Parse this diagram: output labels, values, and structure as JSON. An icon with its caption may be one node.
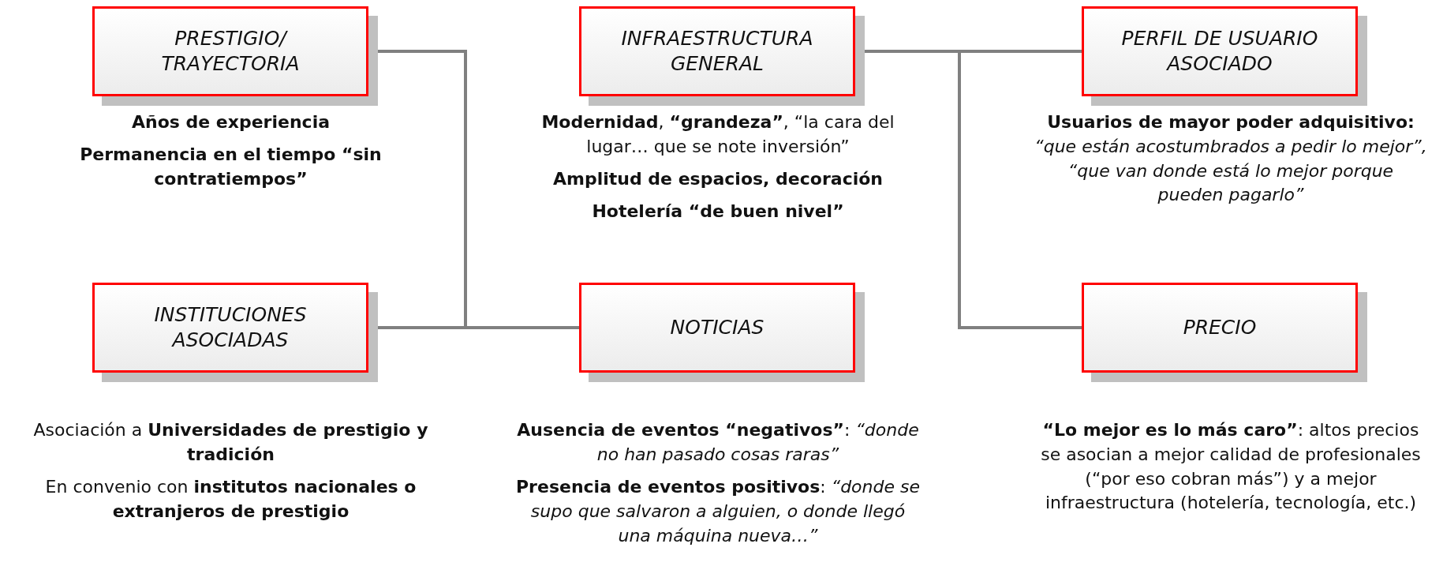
{
  "diagram": {
    "nodes": [
      {
        "text": [
          "PRESTIGIO/ TRAYECTORIA"
        ],
        "beside": [
          "Años de experiencia",
          "Permanencia en el tiempo “sin contratiempos”"
        ]
      },
      {
        "text": [
          "INFRAESTRUCTURA GENERAL"
        ],
        "beside": [
          "**Modernidad**, **“grandeza”**, “la cara del lugar…  que se note inversión”",
          "Amplitud de espacios, decoración",
          "Hotelería “de buen nivel”"
        ]
      },
      {
        "text": [
          "PERFIL DE USUARIO ASOCIADO"
        ],
        "beside": [
          "**Usuarios de mayor poder adquisitivo:** *“que están acostumbrados a pedir lo mejor”, “que van donde está lo mejor porque pueden pagarlo”*"
        ]
      },
      {
        "text": [
          "INSTITUCIONES ASOCIADAS"
        ],
        "beside": [
          "Asociación a **Universidades de prestigio y tradición**",
          "En convenio con **institutos nacionales o extranjeros de prestigio**"
        ]
      },
      {
        "text": [
          "NOTICIAS"
        ],
        "beside": [
          "**Ausencia de eventos “negativos”**: *“donde no han pasado cosas raras”*",
          "**Presencia de eventos positivos**: *“donde se supo que salvaron a alguien, o donde llegó una máquina nueva…”*"
        ]
      },
      {
        "text": [
          "PRECIO"
        ],
        "beside": [
          "**“Lo mejor es lo más caro”**: altos precios se asocian a mejor calidad de profesionales (“por eso cobran más”) y a mejor infraestructura (hotelería, tecnología, etc.)"
        ]
      }
    ],
    "edges": [
      {
        "from": 0,
        "to": 4,
        "arrow": "none"
      },
      {
        "from": 3,
        "to": 4,
        "arrow": "none"
      },
      {
        "from": 1,
        "to": 2,
        "arrow": "none"
      },
      {
        "from": 1,
        "to": 5,
        "arrow": "none"
      }
    ]
  }
}
